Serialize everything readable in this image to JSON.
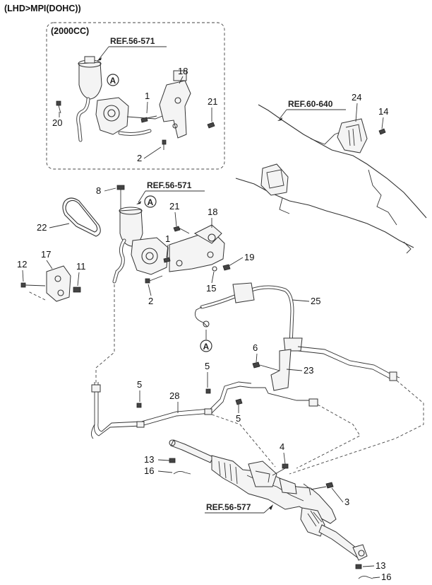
{
  "header": {
    "title": "(LHD>MPI(DOHC))"
  },
  "inset": {
    "title": "(2000CC)"
  },
  "references": {
    "r1": "REF.56-571",
    "r2": "REF.56-571",
    "r3": "REF.60-640",
    "r4": "REF.56-577"
  },
  "markers": {
    "a": "A"
  },
  "parts": {
    "p1a": "1",
    "p2a": "2",
    "p18a": "18",
    "p20": "20",
    "p21a": "21",
    "p24": "24",
    "p14": "14",
    "p8": "8",
    "p22": "22",
    "p21b": "21",
    "p18b": "18",
    "p1b": "1",
    "p17": "17",
    "p12": "12",
    "p11": "11",
    "p19": "19",
    "p15": "15",
    "p2b": "2",
    "p25": "25",
    "p6": "6",
    "p23": "23",
    "p5a": "5",
    "p5b": "5",
    "p5c": "5",
    "p28": "28",
    "p4": "4",
    "p13a": "13",
    "p16a": "16",
    "p3": "3",
    "p13b": "13",
    "p16b": "16"
  }
}
